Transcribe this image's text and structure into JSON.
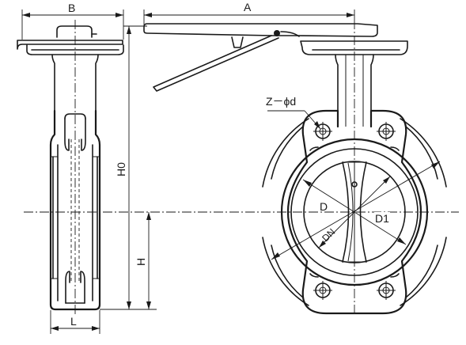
{
  "dimensions": {
    "B": "B",
    "A": "A",
    "H0": "H0",
    "H": "H",
    "L": "L",
    "Z_phi_d": "Z－ϕd",
    "D": "D",
    "D1": "D1",
    "DN": "DN"
  }
}
